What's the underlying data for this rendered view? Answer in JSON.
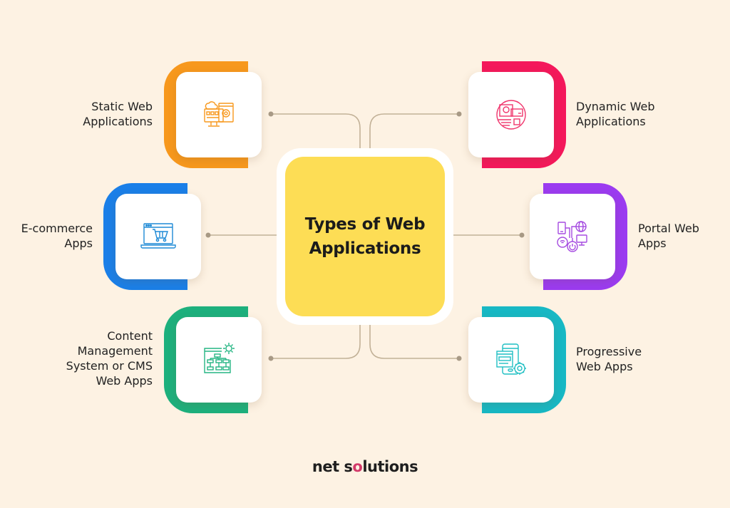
{
  "background_color": "#fdf2e3",
  "center": {
    "title": "Types of Web Applications",
    "fill_color": "#fddd55"
  },
  "nodes": [
    {
      "id": "static",
      "side": "left",
      "label_lines": [
        "Static Web",
        "Applications"
      ],
      "accent_color": "#f7981d",
      "icon": "static-website-monitor-icon"
    },
    {
      "id": "dynamic",
      "side": "right",
      "label_lines": [
        "Dynamic Web",
        "Applications"
      ],
      "accent_color": "#f4185b",
      "icon": "dynamic-web-app-icon"
    },
    {
      "id": "ecommerce",
      "side": "left",
      "label_lines": [
        "E-commerce",
        "Apps"
      ],
      "accent_color": "#1a7fe8",
      "icon": "shopping-cart-laptop-icon"
    },
    {
      "id": "portal",
      "side": "right",
      "label_lines": [
        "Portal Web",
        "Apps"
      ],
      "accent_color": "#9b3bf0",
      "icon": "network-devices-globe-icon"
    },
    {
      "id": "cms",
      "side": "left",
      "label_lines": [
        "Content",
        "Management",
        "System or CMS",
        "Web Apps"
      ],
      "accent_color": "#1db07d",
      "icon": "sitemap-gear-icon"
    },
    {
      "id": "pwa",
      "side": "right",
      "label_lines": [
        "Progressive",
        "Web Apps"
      ],
      "accent_color": "#17b8c4",
      "icon": "mobile-app-gear-icon"
    }
  ],
  "connector_color": "#b8a68e",
  "brand": {
    "text_before": "net s",
    "o": "o",
    "text_after": "lutions"
  }
}
